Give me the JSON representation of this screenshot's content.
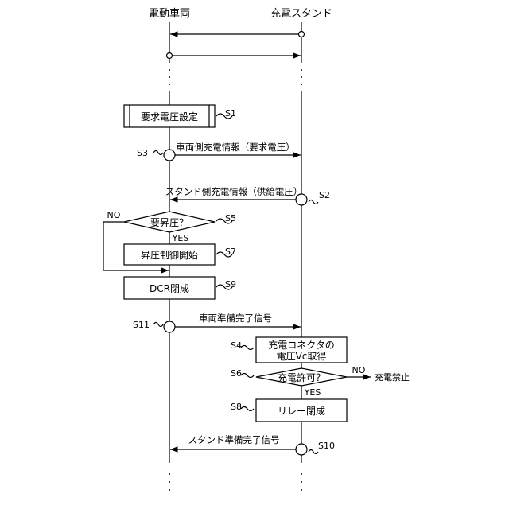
{
  "lanes": {
    "vehicle": "電動車両",
    "station": "充電スタンド"
  },
  "steps": {
    "s1": "S1",
    "s2": "S2",
    "s3": "S3",
    "s4": "S4",
    "s5": "S5",
    "s6": "S6",
    "s7": "S7",
    "s8": "S8",
    "s9": "S9",
    "s10": "S10",
    "s11": "S11"
  },
  "boxes": {
    "s1_label": "要求電圧設定",
    "s7_label": "昇圧制御開始",
    "s9_label": "DCR閉成",
    "s4_line1": "充電コネクタの",
    "s4_line2": "電圧Vc取得",
    "s8_label": "リレー閉成"
  },
  "decisions": {
    "s5_label": "要昇圧？",
    "s6_label": "充電許可？"
  },
  "branches": {
    "s5_no": "NO",
    "s5_yes": "YES",
    "s6_no": "NO",
    "s6_yes": "YES",
    "s6_no_result": "充電禁止"
  },
  "messages": {
    "s3_msg": "車両側充電情報（要求電圧）",
    "s2_msg": "スタンド側充電情報（供給電圧）",
    "s11_msg": "車両準備完了信号",
    "s10_msg": "スタンド準備完了信号"
  }
}
